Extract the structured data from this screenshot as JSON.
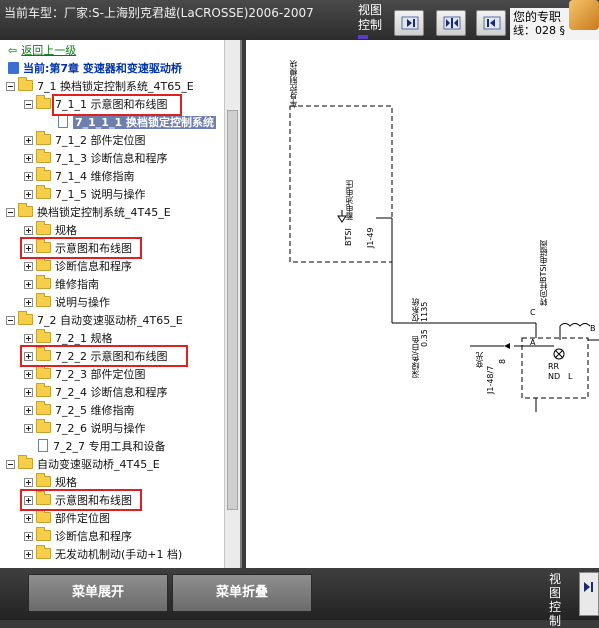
{
  "header": {
    "vehicle_title": "当前车型：厂家:S-上海别克君越(LaCROSSE)2006-2007",
    "view_control": "视图控制",
    "user_line1": "您的专职",
    "user_line2": "线：028 §"
  },
  "nav": {
    "back_label": "返回上一级",
    "chapter_label": "当前:第7章 变速器和变速驱动桥",
    "items": [
      {
        "label": "7_1 换档锁定控制系统_4T65_E"
      },
      {
        "label": "7_1_1 示意图和布线图"
      },
      {
        "label": "7_1_1_1 换档锁定控制系统"
      },
      {
        "label": "7_1_2 部件定位图"
      },
      {
        "label": "7_1_3 诊断信息和程序"
      },
      {
        "label": "7_1_4 维修指南"
      },
      {
        "label": "7_1_5 说明与操作"
      },
      {
        "label": "换档锁定控制系统_4T45_E"
      },
      {
        "label": "规格"
      },
      {
        "label": "示意图和布线图"
      },
      {
        "label": "诊断信息和程序"
      },
      {
        "label": "维修指南"
      },
      {
        "label": "说明与操作"
      },
      {
        "label": "7_2 自动变速驱动桥_4T65_E"
      },
      {
        "label": "7_2_1 规格"
      },
      {
        "label": "7_2_2 示意图和布线图"
      },
      {
        "label": "7_2_3 部件定位图"
      },
      {
        "label": "7_2_4 诊断信息和程序"
      },
      {
        "label": "7_2_5 维修指南"
      },
      {
        "label": "7_2_6 说明与操作"
      },
      {
        "label": "7_2_7 专用工具和设备"
      },
      {
        "label": "自动变速驱动桥_4T45_E"
      },
      {
        "label": "规格"
      },
      {
        "label": "示意图和布线图"
      },
      {
        "label": "部件定位图"
      },
      {
        "label": "诊断信息和程序"
      },
      {
        "label": "无发动机制动(手动+1 档)"
      }
    ]
  },
  "diagram": {
    "module_label": "车身控制模块",
    "voltage_label": "蓄电池电压",
    "btsi_label": "BTSI",
    "pin_j1_49": "J1-49",
    "wire_color_label": "深绿色/白色",
    "wire_gauge": "0.35",
    "wire_circuit": "1135",
    "wire_note": "仅系统",
    "solenoid_label": "转向柱BTSI电磁阀",
    "pin_c": "C",
    "pin_b": "B",
    "pin_a": "A",
    "lamp_label": "变光",
    "pin_j1_48": "J1-48/7",
    "pin_8": "8",
    "rr": "RR",
    "nd": "ND",
    "l": "L"
  },
  "footer": {
    "expand_label": "菜单展开",
    "collapse_label": "菜单折叠",
    "view_control": "视图控制"
  },
  "colors": {
    "highlight_box": "#e02020",
    "selected_item_bg": "#6e7fae",
    "folder": "#f5cf4a"
  }
}
